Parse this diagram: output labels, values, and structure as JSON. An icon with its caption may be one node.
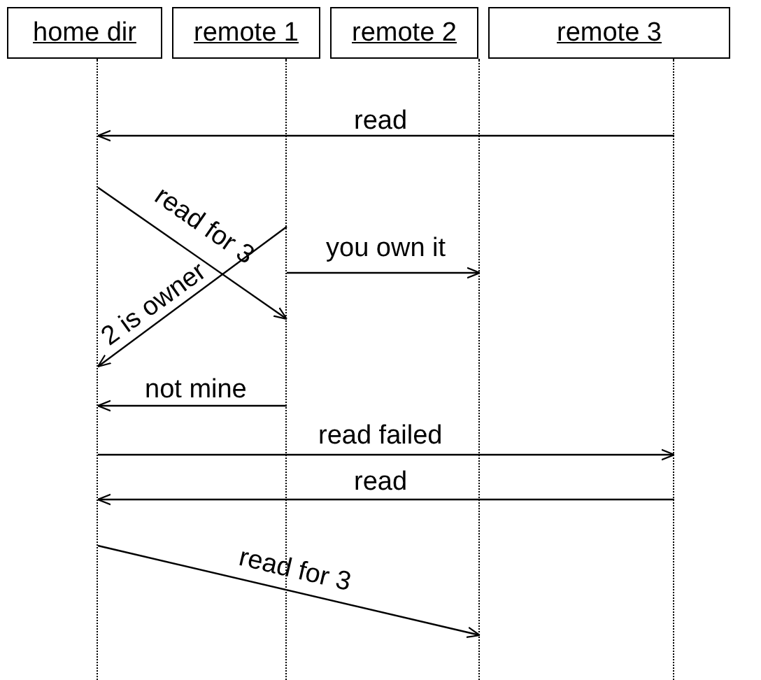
{
  "diagram": {
    "nodes": [
      {
        "text": [
          "home dir"
        ]
      },
      {
        "text": [
          "remote 1"
        ]
      },
      {
        "text": [
          "remote 2"
        ]
      },
      {
        "text": [
          "remote 3"
        ]
      },
      {
        "text": [],
        "shape": "line"
      },
      {
        "text": [],
        "shape": "line"
      },
      {
        "text": [],
        "shape": "line"
      },
      {
        "text": [],
        "shape": "line"
      }
    ],
    "edges": [
      {
        "from": 7,
        "to": 4,
        "arrow": "to",
        "label": "read"
      },
      {
        "from": 4,
        "to": 5,
        "arrow": "to",
        "label": "read for 3"
      },
      {
        "from": 5,
        "to": 4,
        "arrow": "to",
        "label": "2 is owner"
      },
      {
        "from": 5,
        "to": 6,
        "arrow": "to",
        "label": "you own it"
      },
      {
        "from": 5,
        "to": 4,
        "arrow": "to",
        "label": "not mine"
      },
      {
        "from": 4,
        "to": 7,
        "arrow": "to",
        "label": "read failed"
      },
      {
        "from": 7,
        "to": 4,
        "arrow": "to",
        "label": "read"
      },
      {
        "from": 4,
        "to": 6,
        "arrow": "to",
        "label": "read for 3"
      }
    ]
  }
}
